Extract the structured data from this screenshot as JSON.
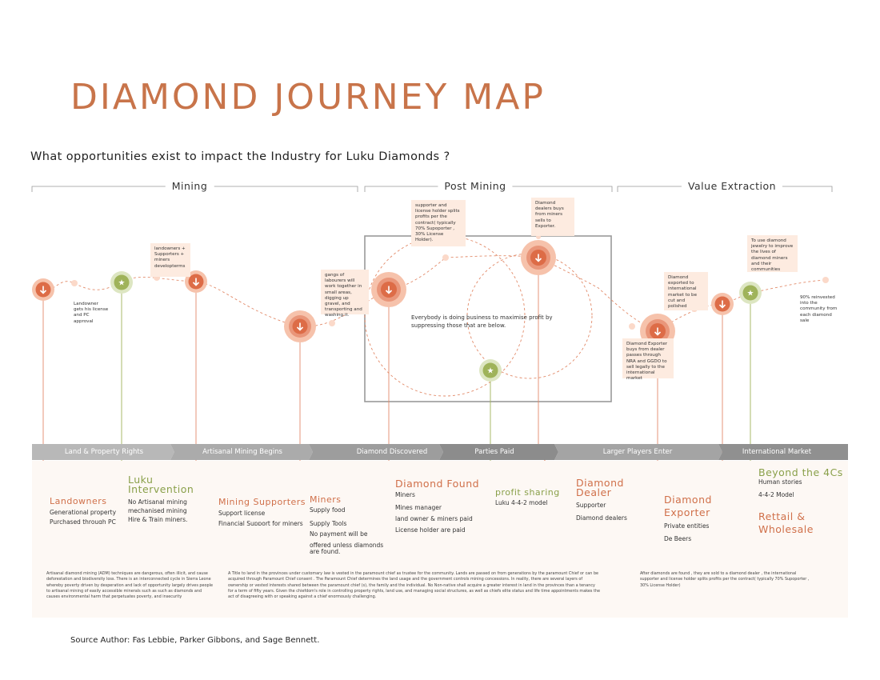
{
  "title": "DIAMOND JOURNEY MAP",
  "question": "What opportunities exist to impact the Industry for Luku Diamonds ?",
  "phases": [
    "Mining",
    "Post Mining",
    "Value Extraction"
  ],
  "notes": {
    "landowner": "Landowner gets his license and PC approval",
    "landowners_supporters": "landowners + Supporters + miners developterms",
    "gangs": "gangs of labourers will work together in small areas, digging up gravel, and transporting and washing it.",
    "supporter_split": "supporter and license holder splits profits per the contract( typically 70% Supoporter , 30% License Holder).",
    "dealers_buys": "Diamond dealers buys from miners sells to Exporter.",
    "center": "Everybody is doing business to maximise profit by suppressing those that are below.",
    "exporter_buys": "Diamond Exporter buys from dealer passes through NRA and GGDO to sell legally to the international market",
    "exported": "Diamond exported to international market to be cut and polished",
    "jewelry": "To use diamond jewelry to improve the lives of diamond miners and their communities",
    "reinvested": "90% reinvested into the community from each diamond sale"
  },
  "stages": [
    "Land & Property Rights",
    "Artisanal Mining Begins",
    "Diamond Discovered",
    "Parties Paid",
    "Larger Players Enter",
    "International Market"
  ],
  "entities": {
    "landowners": {
      "title": "Landowners",
      "items": [
        "Generational property",
        "Purchased through PC"
      ]
    },
    "luku": {
      "title": "Luku Intervention",
      "title_line1": "Luku",
      "title_line2": "Intervention",
      "items": [
        "No Artisanal mining",
        "mechanised mining",
        "Hire & Train miners."
      ]
    },
    "mining_supporters": {
      "title": "Mining Supporters",
      "items": [
        "Support license",
        "Financial Support for miners"
      ]
    },
    "miners": {
      "title": "Miners",
      "items": [
        "Supply food",
        "Supply Tools",
        "No payment will be",
        "offered unless diamonds",
        "are found."
      ]
    },
    "diamond_found": {
      "title": "Diamond Found",
      "items": [
        "Miners",
        "Mines manager",
        "land owner & miners paid",
        "License holder are paid"
      ]
    },
    "profit_sharing": {
      "title": "profit sharing",
      "items": [
        "Luku 4-4-2 model"
      ]
    },
    "diamond_dealer": {
      "title_line1": "Diamond",
      "title_line2": "Dealer",
      "items": [
        "Supporter",
        "Diamond dealers"
      ]
    },
    "diamond_exporter": {
      "title_line1": "Diamond",
      "title_line2": "Exporter",
      "items": [
        "Private entities",
        "De Beers"
      ]
    },
    "retail": {
      "title_line1": "Rettail &",
      "title_line2": "Wholesale"
    },
    "beyond": {
      "title": "Beyond the 4Cs",
      "items": [
        "Human stories",
        "4-4-2 Model"
      ]
    }
  },
  "paragraphs": {
    "p1": "Artisanal diamond mining (ADM) techniques are dangerous, often illicit, and cause deforestation and biodiversity loss. There is an interconnected cycle in Sierra Leone whereby poverty driven by desperation and lack of opportunity largely drives people to artisanal mining of easily accessible minerals such as such as diamonds and causes environmental harm that perpetuates poverty, and insecurity",
    "p2": "A Title to land in the provinces under customary law is vested in the paramount chief as trustee for the community.   Lands are passed on from generations by the paramount Chief or can be acquired through Paramount Chief consent . The Paramount Chief determines the land usage and the government controls mining concessions. In reality, there are several layers of ownership or vested interests shared between the paramount chief (s), the family and the individual. No Non-native shall acquire a greater interest in land in the provinces than a tenancy for a term of fifty years. Given the chiefdom's role in controlling property rights, land use, and managing social structures, as well as chiefs elite status and life time appointments makes the act of disagreeing with or speaking against a chief enormously challenging.",
    "p3": "After diamonds are found , they are sold to a diamond dealer , the international supporter and license holder splits profits per the contract( typically 70% Supoporter , 30% License Holder)"
  },
  "source": "Source Author: Fas Lebbie, Parker Gibbons, and Sage Bennett.",
  "colors": {
    "orange": "#d0704a",
    "green": "#8aa04a",
    "title": "#c8744a",
    "note_bg": "#fdebe0",
    "bar": "#a8a8a8"
  }
}
